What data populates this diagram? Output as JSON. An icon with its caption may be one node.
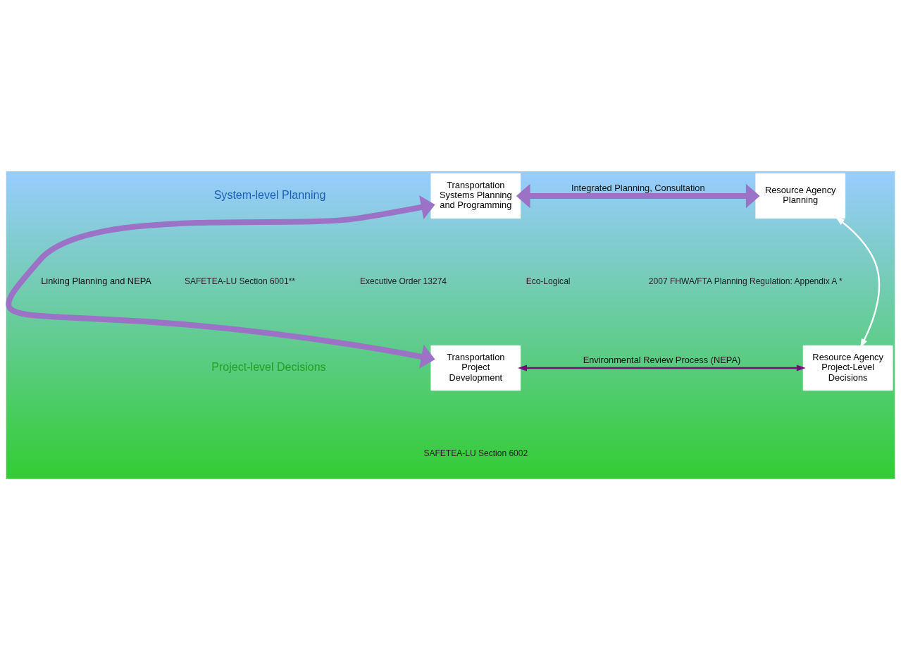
{
  "diagram": {
    "nodes": [
      {
        "text": [
          "Transportation Systems Planning and Programming"
        ]
      },
      {
        "text": [
          "Resource Agency Planning"
        ]
      },
      {
        "text": [
          "Transportation Project Development"
        ]
      },
      {
        "text": [
          "Resource Agency Project-Level Decisions"
        ]
      }
    ],
    "edges": [
      {
        "from": 0,
        "to": 1,
        "arrow": "both",
        "label": "Integrated Planning, Consultation",
        "style": "thick",
        "color": "#9b72c6"
      },
      {
        "from": 0,
        "to": 2,
        "arrow": "both",
        "label": "Linking Planning and NEPA",
        "style": "thick",
        "color": "#9b72c6"
      },
      {
        "from": 1,
        "to": 3,
        "arrow": "both",
        "color": "#ffffff"
      },
      {
        "from": 2,
        "to": 3,
        "arrow": "both",
        "label": "Environmental Review Process (NEPA)",
        "color": "#7a0a7a"
      }
    ],
    "labels": [
      "System-level Planning",
      "SAFETEA-LU Section 6001**",
      "Executive Order 13274",
      "Eco-Logical",
      "2007 FHWA/FTA Planning Regulation: Appendix A *",
      "Project-level Decisions",
      "SAFETEA-LU Section 6002"
    ]
  }
}
